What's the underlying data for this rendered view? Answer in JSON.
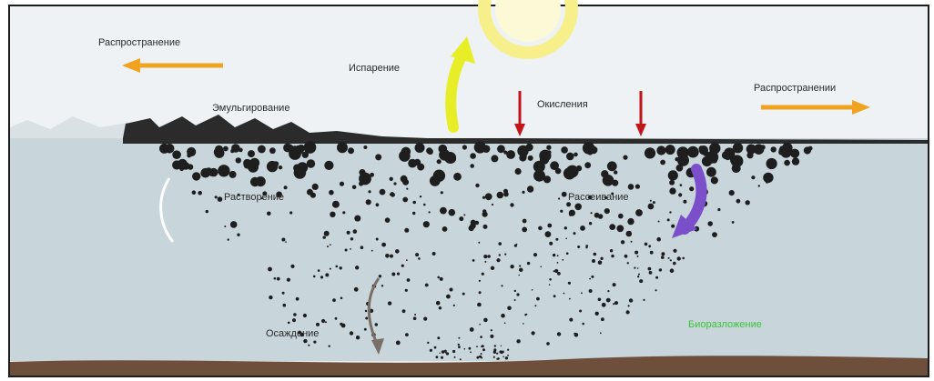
{
  "diagram": {
    "labels": {
      "spread_left": "Распространение",
      "spread_right": "Распространении",
      "evaporation": "Испарение",
      "emulsification": "Эмульгирование",
      "oxidation": "Окисления",
      "dissolution": "Растворение",
      "dispersion": "Рассеивание",
      "sedimentation": "Осаждение",
      "biodegradation": "Биоразложение"
    },
    "colors": {
      "sky": "#e8eef1",
      "water": "#c9d7dc",
      "seabed": "#6e4f3c",
      "oil": "#2b2b2b",
      "sun": "#f6ef7a",
      "evaporation_arrow": "#e7ee28",
      "spread_arrow": "#f0a31f",
      "oxidation_arrow": "#c3141b",
      "dispersion_arrow": "#7b4fc9",
      "sediment_arrow": "#7a6f66",
      "dissolution_arrow": "#ffffff",
      "biodegradation_text": "#3ac43a"
    },
    "icons": [
      "sun-icon"
    ]
  }
}
